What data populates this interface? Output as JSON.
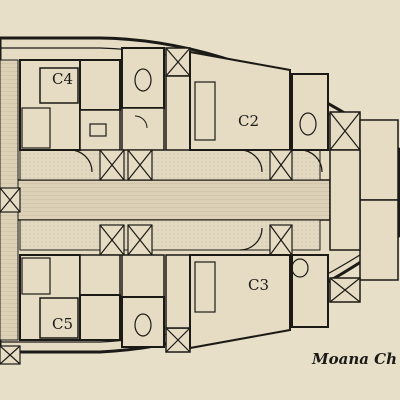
{
  "cabins": [
    {
      "id": "c4",
      "label": "C4"
    },
    {
      "id": "c2",
      "label": "C2"
    },
    {
      "id": "c3",
      "label": "C3"
    },
    {
      "id": "c5",
      "label": "C5"
    }
  ],
  "caption": "Moana Ch",
  "colors": {
    "paper": "#e8dfc9",
    "ink": "#1c1a17",
    "floor": "#ddd2b8"
  }
}
